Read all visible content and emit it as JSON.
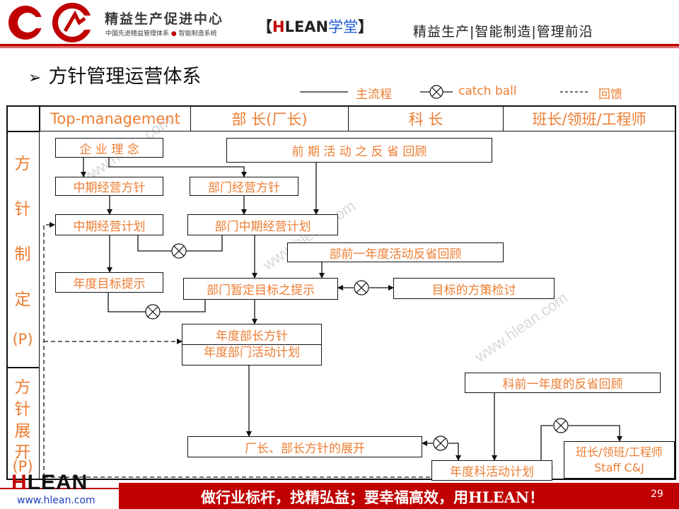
{
  "header": {
    "org_name": "精益生产促进中心",
    "org_sub_left": "中国先进精益管理体系",
    "org_sub_sep": "●",
    "org_sub_right": "智能制造系统",
    "brand_open": "【",
    "brand_h": "H",
    "brand_lean": "LEAN",
    "brand_xt": "学堂",
    "brand_close": "】",
    "tagline": "精益生产|智能制造|管理前沿"
  },
  "title": "方针管理运营体系",
  "title_arrow": "➢",
  "legend": {
    "main_flow": "主流程",
    "catch_ball": "catch ball",
    "feedback": "回馈"
  },
  "columns": [
    "Top-management",
    "部 长(厂长)",
    "科  长",
    "班长/领班/工程师"
  ],
  "side": {
    "planning_chars": [
      "方",
      "针",
      "制",
      "定",
      "(P)"
    ],
    "deploy_chars": [
      "方",
      "针",
      "展",
      "开",
      "(P)"
    ]
  },
  "boxes": {
    "philosophy": "企 业 理 念",
    "review": "前 期 活 动 之 反 省 回顾",
    "mid_policy": "中期经营方针",
    "dept_policy": "部门经营方针",
    "mid_plan": "中期经营计划",
    "dept_mid_plan": "部门中期经营计划",
    "dept_last_year": "部前一年度活动反省回顾",
    "annual_target": "年度目标提示",
    "dept_provisional": "部门暂定目标之提示",
    "target_measures": "目标的方策检讨",
    "annual_dept_policy": "年度部长方针",
    "annual_dept_plan": "年度部门活动计划",
    "section_last_year": "科前一年度的反省回顾",
    "deploy_policy": "厂长、部长方针的展开",
    "section_plan": "年度科活动计划",
    "staff_title": "班长/领班/工程师",
    "staff_sub": "Staff C&J"
  },
  "watermark": "www.hlean.com",
  "footer": {
    "logo_h": "H",
    "logo_rest": "LEAN",
    "url": "www.hlean.com",
    "slogan": "做行业标杆，找精弘益；要幸福高效，用HLEAN！",
    "page": "29"
  },
  "colors": {
    "accent_red": "#c00000",
    "text_orange": "#ed7d31",
    "brand_blue": "#1f5bd6"
  }
}
